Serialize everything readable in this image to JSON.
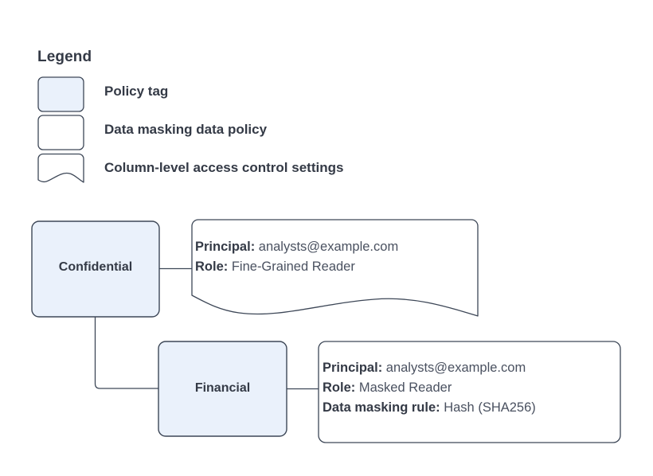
{
  "legend": {
    "title": "Legend",
    "items": [
      {
        "label": "Policy tag",
        "swatch": "policy-tag-swatch",
        "shape": "rounded-rect",
        "fill": "#eaf1fb",
        "stroke": "#3d4757"
      },
      {
        "label": "Data masking data policy",
        "swatch": "data-masking-policy-swatch",
        "shape": "rounded-rect",
        "fill": "#ffffff",
        "stroke": "#3d4757"
      },
      {
        "label": "Column-level access control settings",
        "swatch": "access-control-settings-swatch",
        "shape": "wavy-document",
        "fill": "#ffffff",
        "stroke": "#3d4757"
      }
    ]
  },
  "diagram": {
    "nodes": [
      {
        "id": "confidential",
        "label": "Confidential",
        "type": "policy-tag",
        "fill": "#eaf1fb",
        "stroke": "#3d4757"
      },
      {
        "id": "financial",
        "label": "Financial",
        "type": "policy-tag",
        "fill": "#eaf1fb",
        "stroke": "#3d4757"
      }
    ],
    "notes": [
      {
        "id": "confidential-settings",
        "type": "column-level-access-control-settings",
        "shape": "wavy-document",
        "fill": "#ffffff",
        "stroke": "#3d4757",
        "rows": [
          {
            "key": "Principal:",
            "value": "analysts@example.com"
          },
          {
            "key": "Role:",
            "value": "Fine-Grained Reader"
          }
        ]
      },
      {
        "id": "financial-masking-policy",
        "type": "data-masking-data-policy",
        "shape": "rounded-rect",
        "fill": "#ffffff",
        "stroke": "#3d4757",
        "rows": [
          {
            "key": "Principal:",
            "value": "analysts@example.com"
          },
          {
            "key": "Role:",
            "value": "Masked Reader"
          },
          {
            "key": "Data masking rule:",
            "value": "Hash (SHA256)"
          }
        ]
      }
    ],
    "edges": [
      {
        "id": "confidential-to-settings",
        "from": "confidential",
        "to": "confidential-settings",
        "style": "straight"
      },
      {
        "id": "confidential-to-financial",
        "from": "confidential",
        "to": "financial",
        "style": "elbow"
      },
      {
        "id": "financial-to-masking-policy",
        "from": "financial",
        "to": "financial-masking-policy",
        "style": "straight"
      }
    ]
  },
  "colors": {
    "background": "#ffffff",
    "tag_fill": "#eaf1fb",
    "stroke": "#3d4757",
    "text": "#343a46",
    "value_text": "#4a5160"
  }
}
